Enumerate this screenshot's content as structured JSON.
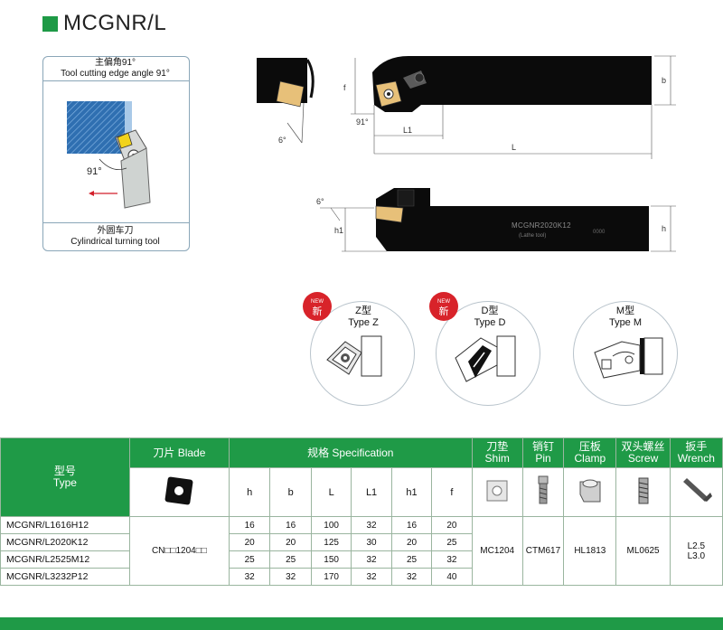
{
  "title": "MCGNR/L",
  "info_panel": {
    "angle_cn": "主偏角91°",
    "angle_en": "Tool cutting edge angle 91°",
    "diagram_angle": "91°",
    "caption_cn": "外圆车刀",
    "caption_en": "Cylindrical turning tool"
  },
  "top_view": {
    "angle_small": "6°",
    "angle_main": "91°",
    "f": "f",
    "L1": "L1",
    "L": "L",
    "b": "b"
  },
  "side_view": {
    "angle": "6°",
    "h1": "h1",
    "h": "h",
    "engrave_model": "MCGNR2020K12",
    "engrave_sub": "(Lathe tool)",
    "engrave_code": "0000"
  },
  "clamp_types": [
    {
      "badge": "NEW 新",
      "cn": "Z型",
      "en": "Type Z",
      "is_new": true
    },
    {
      "badge": "NEW 新",
      "cn": "D型",
      "en": "Type D",
      "is_new": true
    },
    {
      "badge": "",
      "cn": "M型",
      "en": "Type M",
      "is_new": false
    }
  ],
  "table": {
    "headers": {
      "type_cn": "型号",
      "type_en": "Type",
      "blade": "刀片 Blade",
      "spec": "规格 Specification",
      "shim_cn": "刀垫",
      "shim_en": "Shim",
      "pin_cn": "销钉",
      "pin_en": "Pin",
      "clamp_cn": "压板",
      "clamp_en": "Clamp",
      "screw_cn": "双头螺丝",
      "screw_en": "Screw",
      "wrench_cn": "扳手",
      "wrench_en": "Wrench"
    },
    "spec_cols": [
      "h",
      "b",
      "L",
      "L1",
      "h1",
      "f"
    ],
    "blade_value": "CN□□1204□□",
    "rows": [
      {
        "type": "MCGNR/L1616H12",
        "h": "16",
        "b": "16",
        "L": "100",
        "L1": "32",
        "h1": "16",
        "f": "20"
      },
      {
        "type": "MCGNR/L2020K12",
        "h": "20",
        "b": "20",
        "L": "125",
        "L1": "30",
        "h1": "20",
        "f": "25"
      },
      {
        "type": "MCGNR/L2525M12",
        "h": "25",
        "b": "25",
        "L": "150",
        "L1": "32",
        "h1": "25",
        "f": "32"
      },
      {
        "type": "MCGNR/L3232P12",
        "h": "32",
        "b": "32",
        "L": "170",
        "L1": "32",
        "h1": "32",
        "f": "40"
      }
    ],
    "shim": "MC1204",
    "pin": "CTM617",
    "clamp": "HL1813",
    "screw": "ML0625",
    "wrench_1": "L2.5",
    "wrench_2": "L3.0"
  }
}
